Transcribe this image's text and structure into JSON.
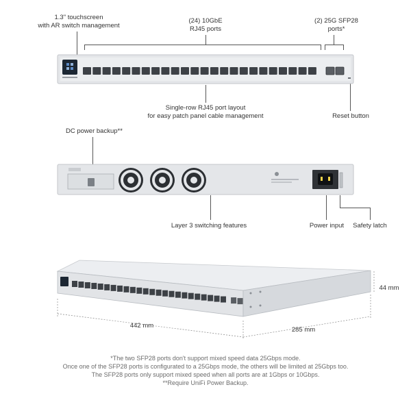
{
  "front": {
    "touchscreen_label_1": "1.3\" touchscreen",
    "touchscreen_label_2": "with AR switch management",
    "rj45_label_1": "(24) 10GbE",
    "rj45_label_2": "RJ45 ports",
    "sfp_label_1": "(2) 25G SFP28",
    "sfp_label_2": "ports*",
    "layout_label_1": "Single-row RJ45 port layout",
    "layout_label_2": "for easy patch panel cable management",
    "reset_label": "Reset button",
    "rj45_count": 24,
    "sfp_count": 2
  },
  "rear": {
    "dc_label": "DC power backup**",
    "l3_label": "Layer 3 switching features",
    "power_label": "Power input",
    "latch_label": "Safety latch",
    "fan_count": 3
  },
  "dimensions": {
    "width": "442 mm",
    "depth": "285 mm",
    "height": "44 mm"
  },
  "notes": [
    "*The two SFP28 ports don't support mixed speed data 25Gbps mode.",
    "Once one of the SFP28 ports is configurated to a 25Gbps mode, the others will be limited at 25Gbps too.",
    "The SFP28 ports only support mixed speed when all ports are at 1Gbps or 10Gbps.",
    "**Require UniFi Power Backup."
  ],
  "colors": {
    "chassis": "#e4e6e9",
    "port": "#3d4146",
    "screen": "#1c2733",
    "line": "#555555"
  }
}
